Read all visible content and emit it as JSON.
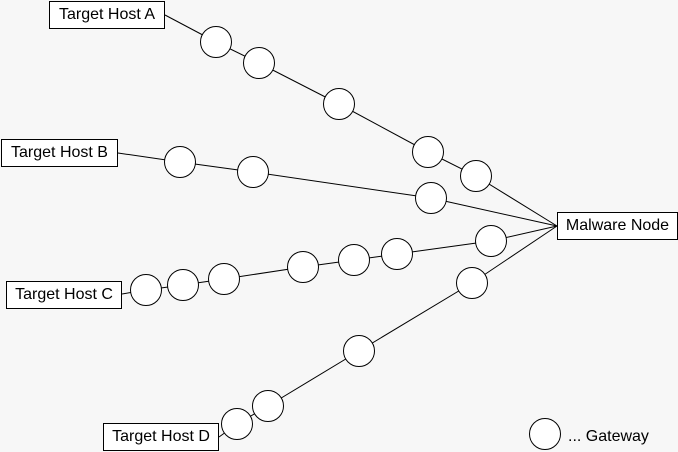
{
  "nodes": {
    "host_a": "Target Host A",
    "host_b": "Target Host B",
    "host_c": "Target Host C",
    "host_d": "Target Host D",
    "malware": "Malware Node"
  },
  "legend": {
    "label": "... Gateway",
    "icon": "gateway-circle-icon"
  },
  "paths": {
    "a_gateways": 5,
    "b_gateways": 3,
    "c_gateways": 7,
    "d_gateways": 4
  }
}
